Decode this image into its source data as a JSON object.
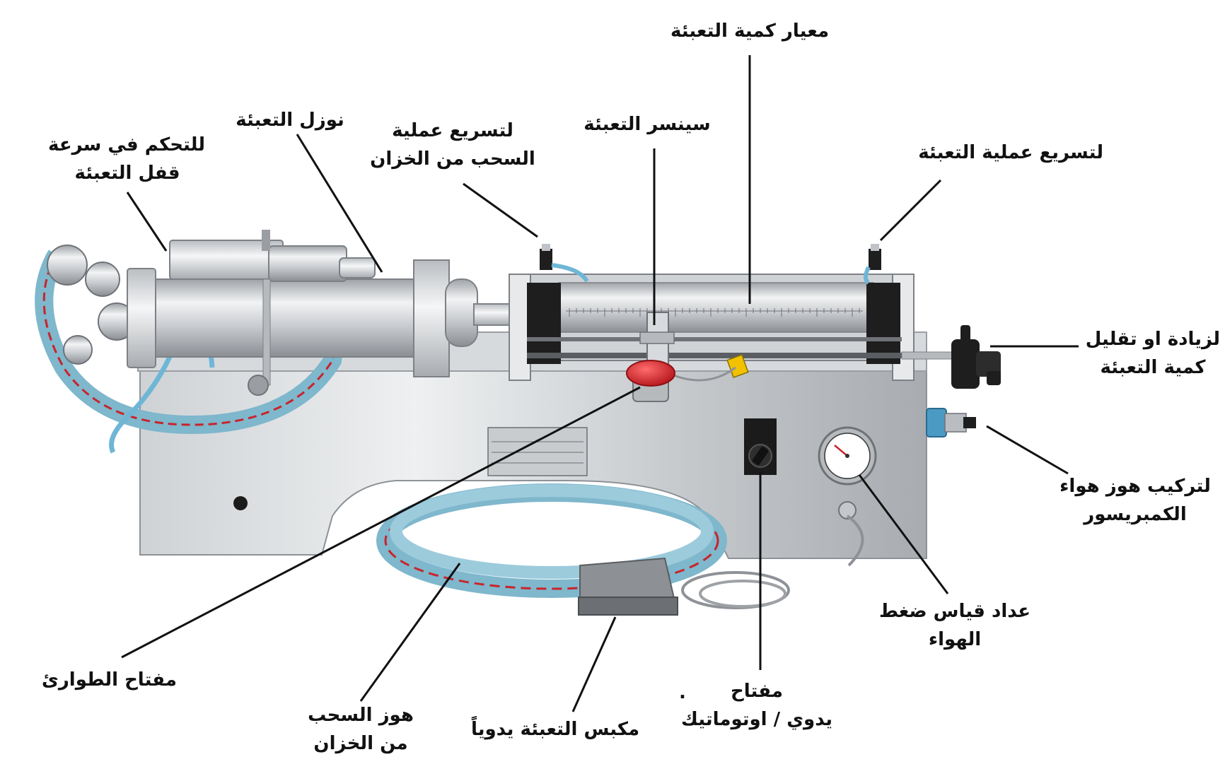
{
  "labels": {
    "fill_gauge": "معيار كمية التعبئة",
    "nozzle": "نوزل التعبئة",
    "speed_suction_1": "لتسريع عملية",
    "speed_suction_2": "السحب من الخزان",
    "sensor": "سينسر التعبئة",
    "speed_fill": "لتسريع عملية التعبئة",
    "valve_speed_1": "للتحكم في سرعة",
    "valve_speed_2": "قفل التعبئة",
    "adjust_qty_1": "لزيادة او تقليل",
    "adjust_qty_2": "كمية التعبئة",
    "air_hose_1": "لتركيب هوز هواء",
    "air_hose_2": "الكمبريسور",
    "pressure_1": "عداد قياس ضغط",
    "pressure_2": "الهواء",
    "mode_dot": ".",
    "mode_1": "مفتاح",
    "mode_2": "يدوي / اوتوماتيك",
    "pedal": "مكبس التعبئة يدوياً",
    "suction_hose_1": "هوز السحب",
    "suction_hose_2": "من الخزان",
    "emergency": "مفتاح الطوارئ"
  },
  "colors": {
    "steel_light": "#e4e6e8",
    "steel_mid": "#bfc3c7",
    "steel_dark": "#8e9297",
    "hose_blue": "#6fb6d6",
    "hose_red": "#c8242b",
    "emergency_red": "#d8222a",
    "black": "#1b1b1b"
  }
}
